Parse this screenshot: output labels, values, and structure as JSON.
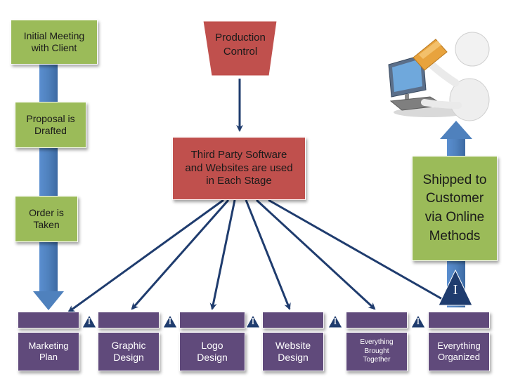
{
  "colors": {
    "green": "#9bbb59",
    "red": "#c0504d",
    "purple": "#604a7b",
    "arrow_blue": "#4f81bd",
    "connector_navy": "#1f3c6e"
  },
  "left_column": [
    {
      "text": "Initial Meeting with Client"
    },
    {
      "text": "Proposal is Drafted"
    },
    {
      "text": "Order is Taken"
    }
  ],
  "production_control": "Production Control",
  "third_party": "Third Party Software and Websites are used in Each Stage",
  "shipped": "Shipped to Customer via Online Methods",
  "stages": [
    {
      "label": "Marketing Plan"
    },
    {
      "label": "Graphic Design"
    },
    {
      "label": "Logo Design"
    },
    {
      "label": "Website Design"
    },
    {
      "label": "Everything Brought Together"
    },
    {
      "label": "Everything Organized"
    }
  ],
  "marker_label": "I",
  "illustration": "figure-at-computer-with-folder"
}
